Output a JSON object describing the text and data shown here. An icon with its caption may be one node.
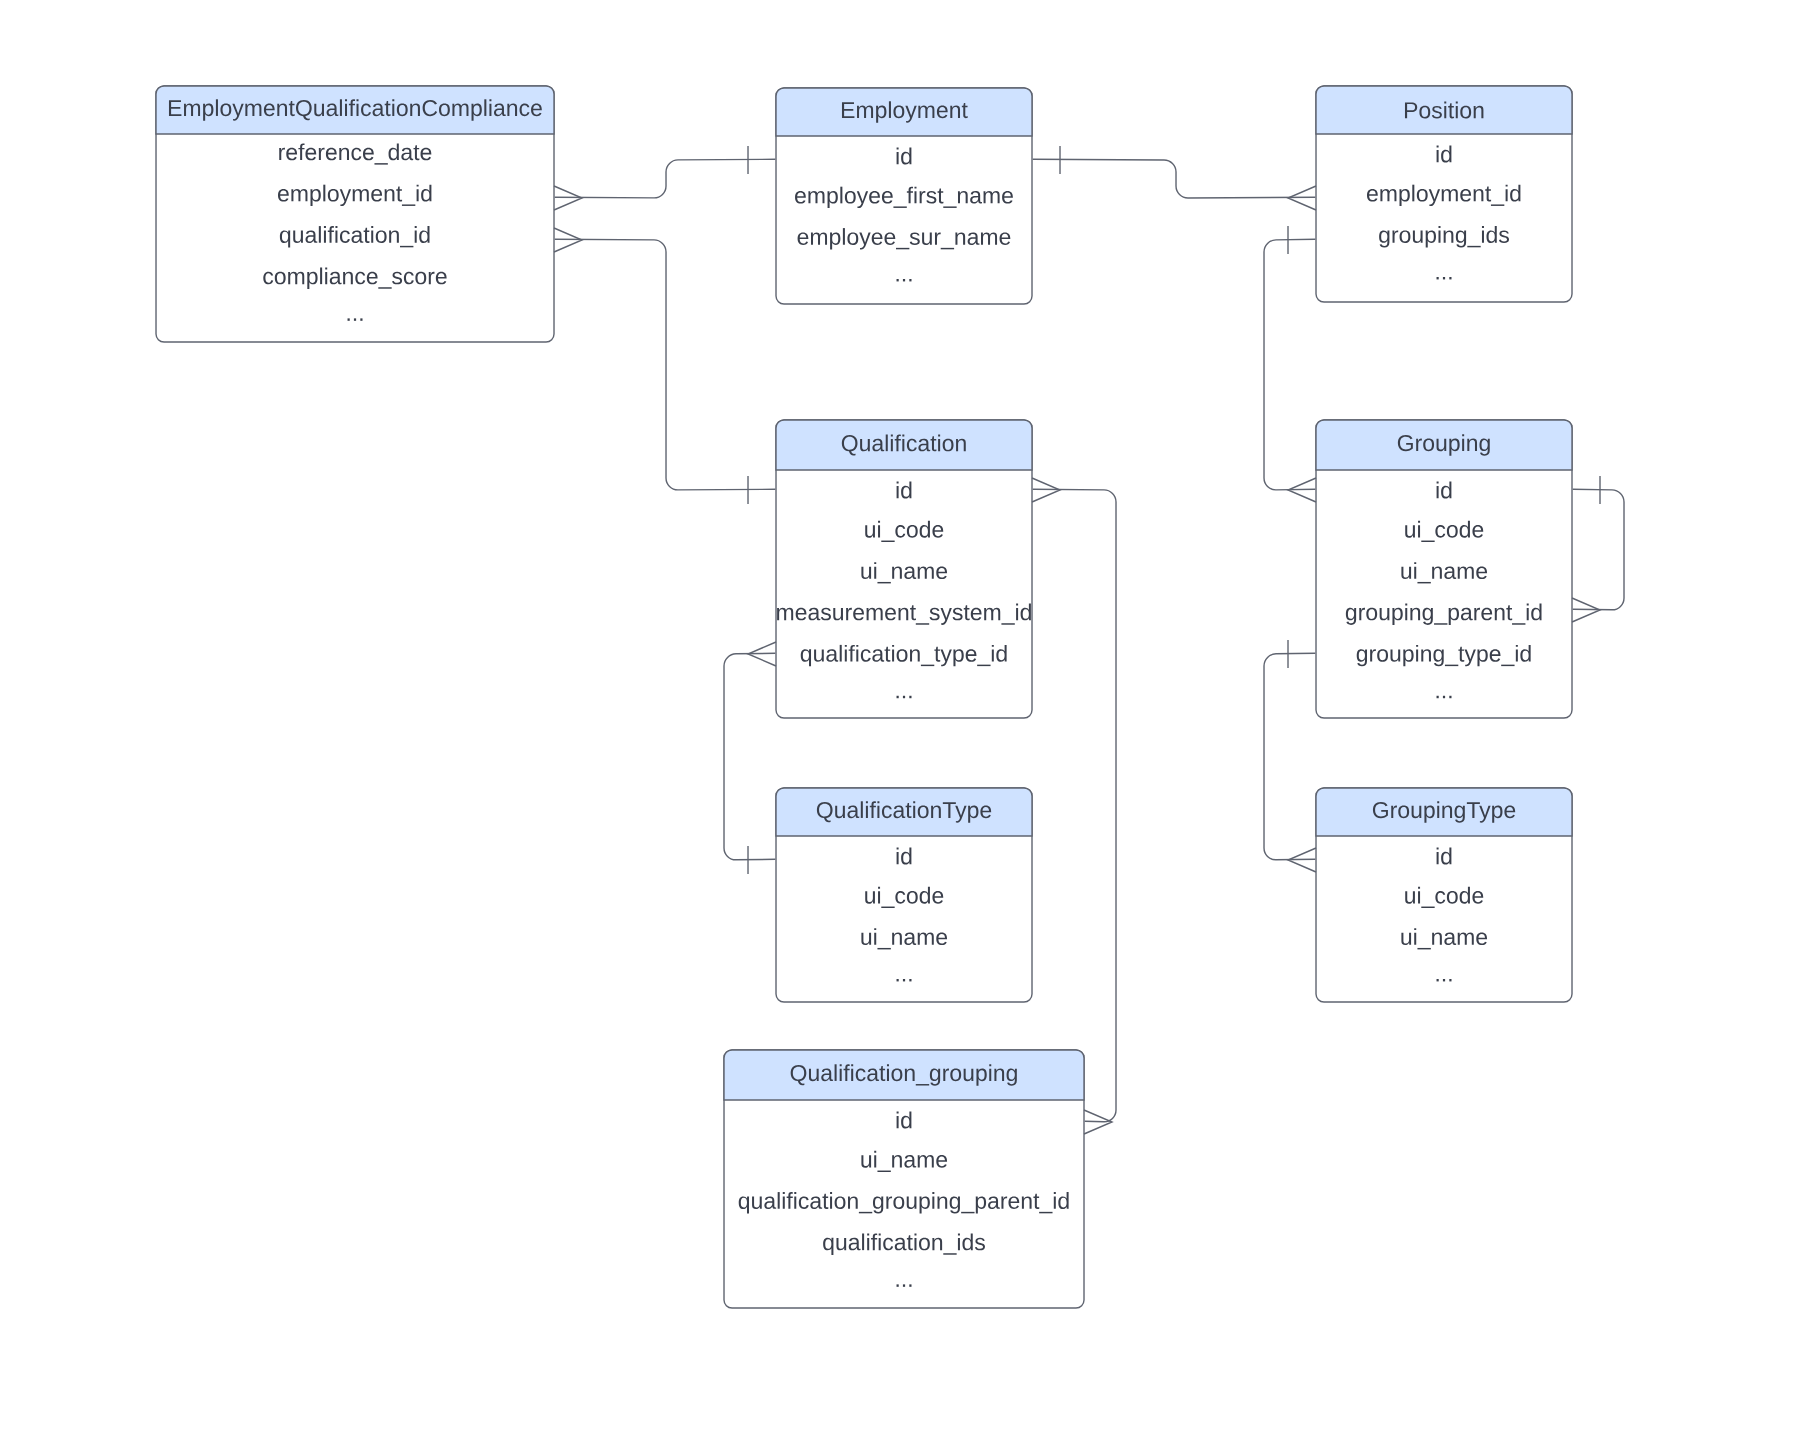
{
  "diagram": {
    "nodes": [
      {
        "text": [
          "EmploymentQualificationCompliance",
          "reference_date",
          "employment_id",
          "qualification_id",
          "compliance_score",
          "..."
        ]
      },
      {
        "text": [
          "Employment",
          "id",
          "employee_first_name",
          "employee_sur_name",
          "..."
        ]
      },
      {
        "text": [
          "Position",
          "id",
          "employment_id",
          "grouping_ids",
          "..."
        ]
      },
      {
        "text": [
          "Qualification",
          "id",
          "ui_code",
          "ui_name",
          "measurement_system_id",
          "qualification_type_id",
          "..."
        ]
      },
      {
        "text": [
          "Grouping",
          "id",
          "ui_code",
          "ui_name",
          "grouping_parent_id",
          "grouping_type_id",
          "..."
        ]
      },
      {
        "text": [
          "QualificationType",
          "id",
          "ui_code",
          "ui_name",
          "..."
        ]
      },
      {
        "text": [
          "GroupingType",
          "id",
          "ui_code",
          "ui_name",
          "..."
        ]
      },
      {
        "text": [
          "Qualification_grouping",
          "id",
          "ui_name",
          "qualification_grouping_parent_id",
          "qualification_ids",
          "..."
        ]
      }
    ],
    "edges": [
      {
        "from": 0,
        "to": 1,
        "arrow": "other"
      },
      {
        "from": 0,
        "to": 3,
        "arrow": "other"
      },
      {
        "from": 2,
        "to": 1,
        "arrow": "other"
      },
      {
        "from": 4,
        "to": 2,
        "arrow": "other"
      },
      {
        "from": 4,
        "to": 4,
        "arrow": "other"
      },
      {
        "from": 6,
        "to": 4,
        "arrow": "other"
      },
      {
        "from": 3,
        "to": 5,
        "arrow": "other"
      },
      {
        "from": 7,
        "to": 3,
        "arrow": "other"
      }
    ]
  }
}
